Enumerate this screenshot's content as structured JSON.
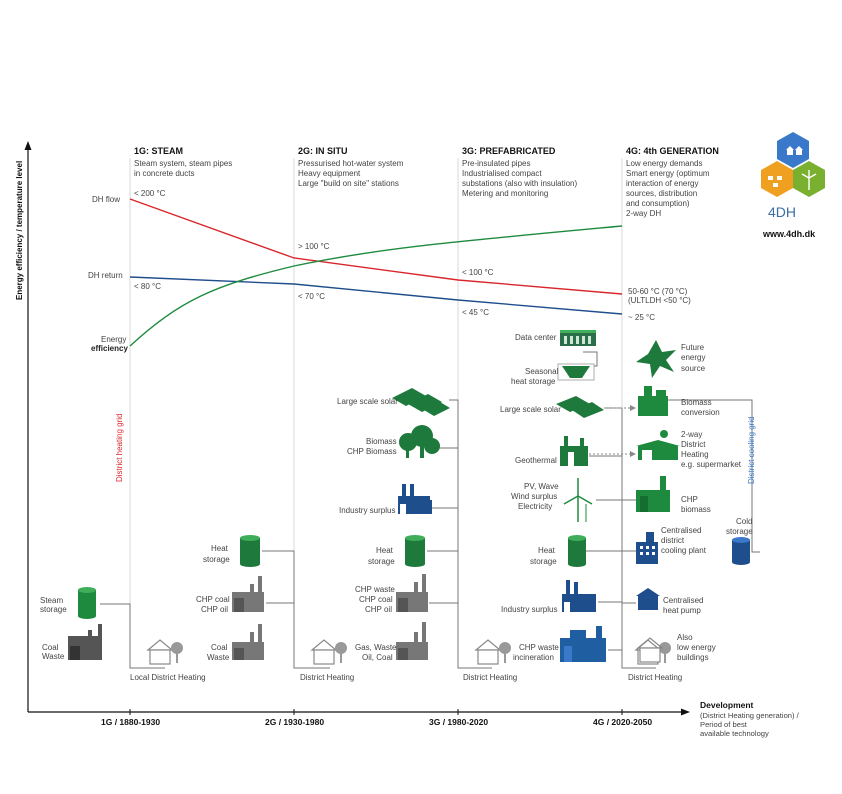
{
  "axis": {
    "y_label": "Energy efficiency / temperature level",
    "x_label_bold": "Development",
    "x_label_lines": [
      "(District Heating generation) /",
      "Period of best",
      "available technology"
    ],
    "ticks": [
      "1G / 1880-1930",
      "2G / 1930-1980",
      "3G / 1980-2020",
      "4G / 2020-2050"
    ]
  },
  "generations": [
    {
      "title": "1G: STEAM",
      "desc": [
        "Steam system, steam pipes",
        "in concrete ducts"
      ]
    },
    {
      "title": "2G: IN SITU",
      "desc": [
        "Pressurised hot-water system",
        "Heavy equipment",
        "Large \"build on site\" stations"
      ]
    },
    {
      "title": "3G: PREFABRICATED",
      "desc": [
        "Pre-insulated pipes",
        "Industrialised compact",
        "substations (also with insulation)",
        "Metering and monitoring"
      ]
    },
    {
      "title": "4G: 4th GENERATION",
      "desc": [
        "Low energy demands",
        "Smart energy (optimum",
        "interaction of energy",
        "sources, distribution",
        "and consumption)",
        "2-way DH"
      ]
    }
  ],
  "curves": {
    "dh_flow": "DH flow",
    "dh_return": "DH return",
    "energy_eff_1": "Energy",
    "energy_eff_2": "efficiency",
    "temps": {
      "flow_1g": "< 200 °C",
      "flow_2g": "> 100 °C",
      "flow_3g": "< 100 °C",
      "flow_4g_1": "50-60 °C (70 °C)",
      "flow_4g_2": "(ULTLDH <50 °C)",
      "ret_1g": "< 80 °C",
      "ret_2g": "< 70 °C",
      "ret_3g": "< 45 °C",
      "ret_4g": "~ 25 °C"
    },
    "colors": {
      "flow": "#d9262c",
      "return": "#1f4e8c",
      "efficiency": "#1e8a3e"
    }
  },
  "side_labels": {
    "heating_grid": "District heating grid",
    "cooling_grid": "District cooling grid"
  },
  "col1": {
    "steam_storage": [
      "Steam",
      "storage"
    ],
    "coal_waste": [
      "Coal",
      "Waste"
    ],
    "bottom": "Local District Heating"
  },
  "col2": {
    "heat_storage": [
      "Heat",
      "storage"
    ],
    "chp": [
      "CHP coal",
      "CHP oil"
    ],
    "coal_waste": [
      "Coal",
      "Waste"
    ],
    "bottom": "District Heating"
  },
  "col3": {
    "solar": "Large scale solar",
    "biomass": [
      "Biomass",
      "CHP Biomass"
    ],
    "industry": "Industry surplus",
    "heat_storage": [
      "Heat",
      "storage"
    ],
    "chp": [
      "CHP waste",
      "CHP coal",
      "CHP oil"
    ],
    "gas": [
      "Gas, Waste",
      "Oil, Coal"
    ],
    "bottom": "District Heating"
  },
  "col4": {
    "data_center": "Data center",
    "seasonal": [
      "Seasonal",
      "heat storage"
    ],
    "solar": "Large scale solar",
    "geothermal": "Geothermal",
    "pv": [
      "PV, Wave",
      "Wind surplus",
      "Electricity"
    ],
    "heat_storage": [
      "Heat",
      "storage"
    ],
    "industry": "Industry surplus",
    "chp_waste": [
      "CHP waste",
      "incineration"
    ],
    "bottom": "District Heating"
  },
  "col5": {
    "future": [
      "Future",
      "energy",
      "source"
    ],
    "biomass_conv": [
      "Biomass",
      "conversion"
    ],
    "two_way": [
      "2-way",
      "District",
      "Heating",
      "e.g. supermarket"
    ],
    "chp_biomass": [
      "CHP",
      "biomass"
    ],
    "cooling_plant": [
      "Centralised",
      "district",
      "cooling plant"
    ],
    "cold_storage": [
      "Cold",
      "storage"
    ],
    "heat_pump": [
      "Centralised",
      "heat pump"
    ],
    "low_energy": [
      "Also",
      "low energy",
      "buildings"
    ]
  },
  "logo": {
    "name": "4DH",
    "url": "www.4dh.dk",
    "colors": [
      "#3a78c9",
      "#f0a020",
      "#7ab030"
    ]
  }
}
